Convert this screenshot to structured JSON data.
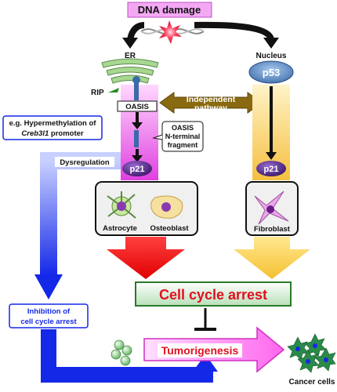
{
  "title": "DNA damage",
  "er": "ER",
  "nucleus": "Nucleus",
  "p53": "p53",
  "rip": "RIP",
  "oasis": "OASIS",
  "independent": [
    "Independent",
    "pathway"
  ],
  "oasis_fragment": [
    "OASIS",
    "N-terminal",
    "fragment"
  ],
  "p21_left": "p21",
  "p21_right": "p21",
  "hypermethylation": {
    "line1": "e.g. Hypermethylation of",
    "gene": "Creb3l1",
    "suffix": " promoter"
  },
  "dysregulation": "Dysregulation",
  "astrocyte": "Astrocyte",
  "osteoblast": "Osteoblast",
  "fibroblast": "Fibroblast",
  "cell_cycle_arrest": "Cell cycle arrest",
  "inhibition": [
    "Inhibition of",
    "cell cycle arrest"
  ],
  "tumorigenesis": "Tumorigenesis",
  "cancer_cells": "Cancer cells",
  "colors": {
    "title_bg": "#ee88ee",
    "oasis_pathway": "#e040e0",
    "p53_pathway": "#f5c040",
    "arrest_text": "#e01020",
    "blue_arrow": "#1428e8",
    "independent_arrow": "#8a6a10",
    "p21": "#5a2a8a"
  }
}
